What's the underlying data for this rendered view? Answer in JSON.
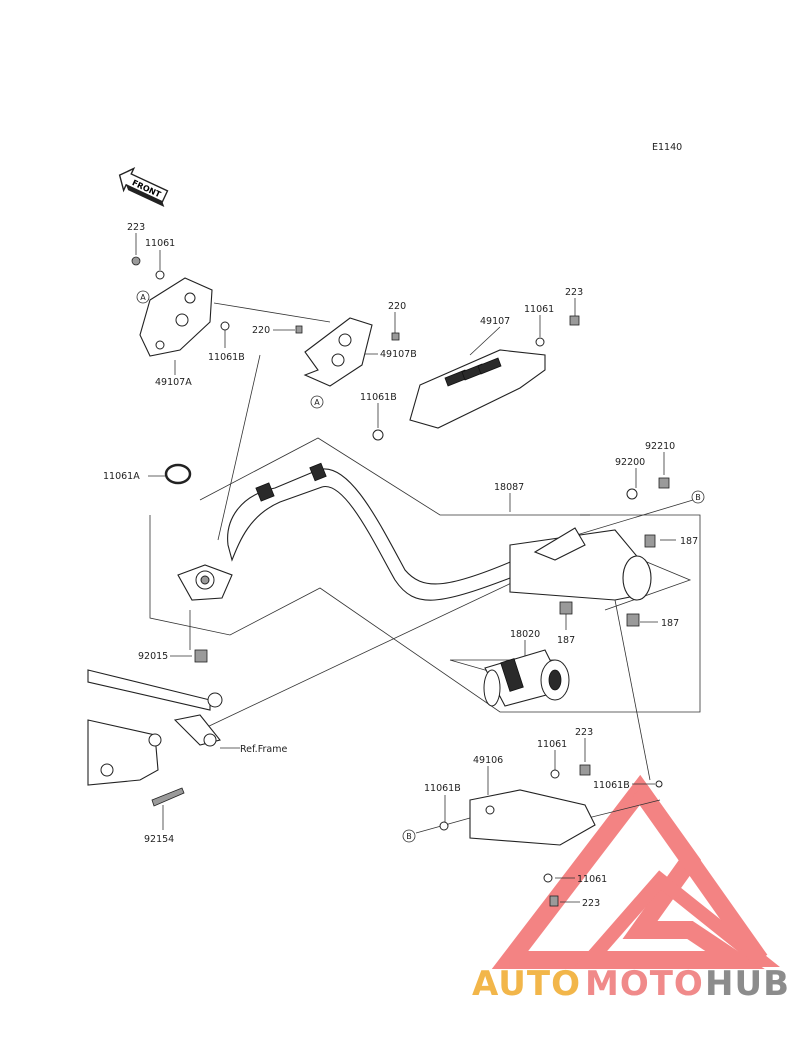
{
  "diagram": {
    "code": "E1140",
    "front_label": "FRONT",
    "ref_frame": "Ref.Frame",
    "parts": {
      "p223_a": "223",
      "p11061_a": "11061",
      "p49107A": "49107A",
      "p11061B_a": "11061B",
      "p220_a": "220",
      "p220_b": "220",
      "p49107B": "49107B",
      "p49107": "49107",
      "p11061_b": "11061",
      "p223_b": "223",
      "p11061B_b": "11061B",
      "p11061A": "11061A",
      "p92210": "92210",
      "p92200": "92200",
      "p18087": "18087",
      "p187_a": "187",
      "p187_b": "187",
      "p187_c": "187",
      "p18020": "18020",
      "p92015": "92015",
      "p92154": "92154",
      "p49106": "49106",
      "p11061_c": "11061",
      "p223_c": "223",
      "p11061B_c": "11061B",
      "p11061B_d": "11061B",
      "p11061_d": "11061",
      "p223_d": "223"
    },
    "refs": {
      "A": "A",
      "B": "B"
    }
  },
  "watermark": {
    "part1": "AUTO",
    "part2": "MOTO",
    "part3": "HUB",
    "colors": {
      "auto": "#f2b64a",
      "moto": "#f08a8a",
      "hub": "#8c8c8c",
      "logo": "#f05a5a"
    }
  }
}
